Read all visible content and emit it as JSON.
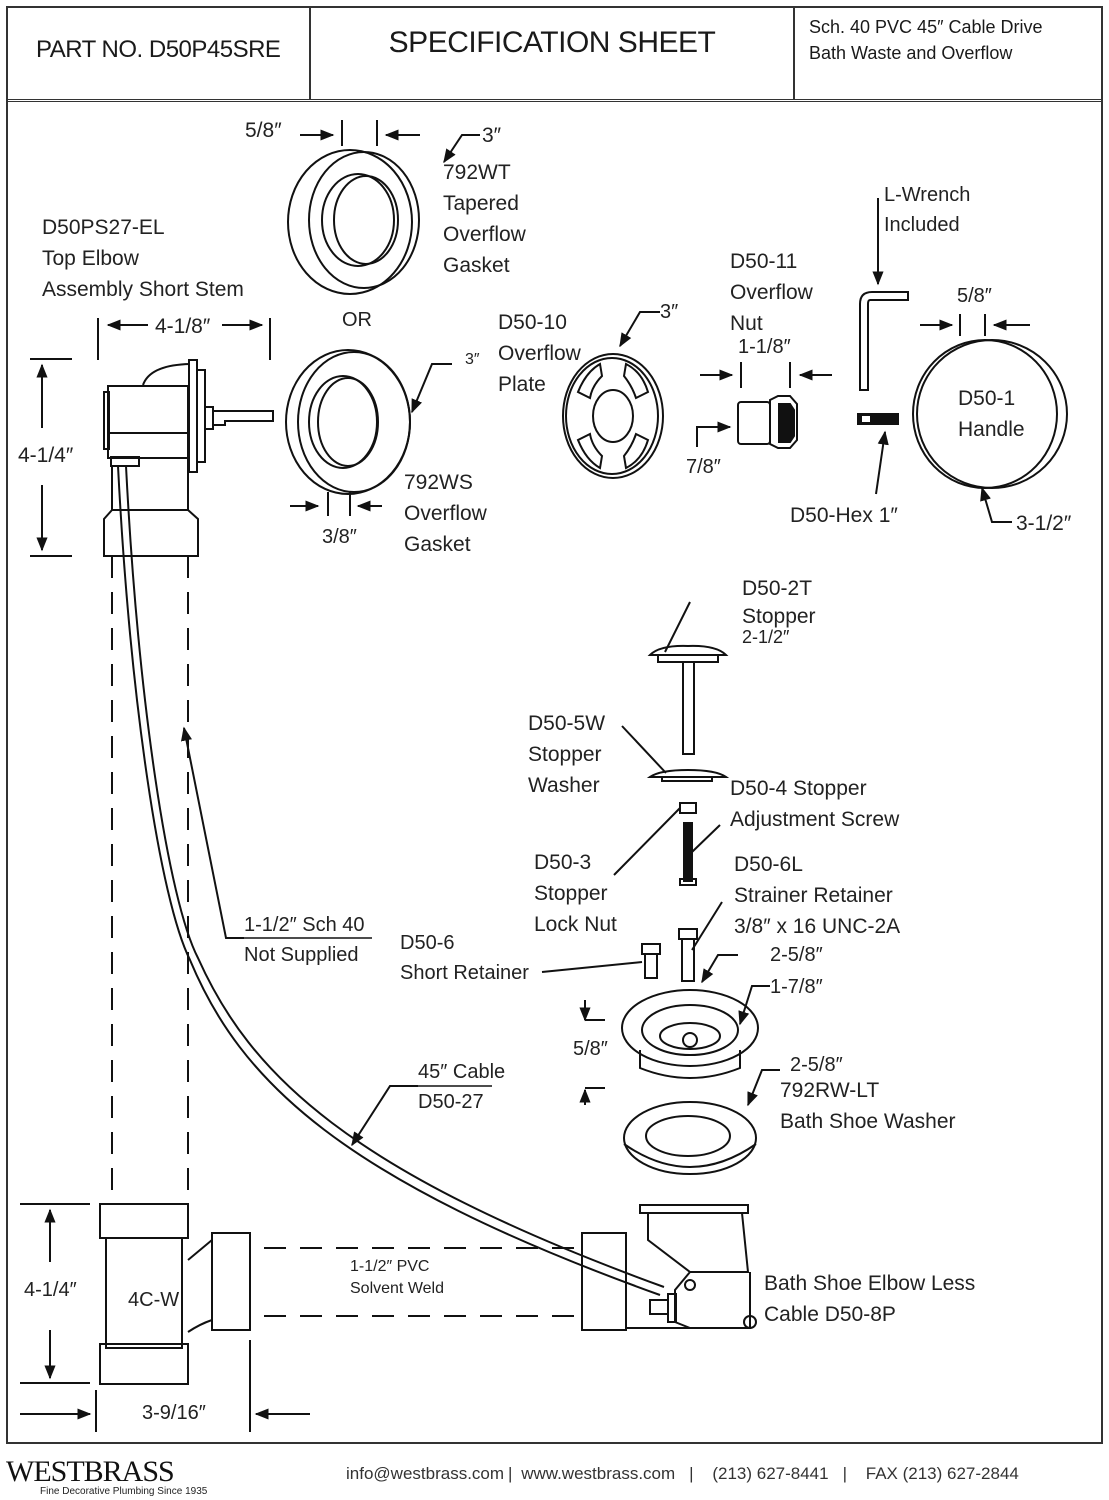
{
  "header": {
    "part_no": "PART NO.   D50P45SRE",
    "title": "SPECIFICATION SHEET",
    "description_line1": "Sch. 40 PVC 45″ Cable Drive",
    "description_line2": "Bath Waste and Overflow"
  },
  "parts": {
    "top_elbow": {
      "code": "D50PS27-EL",
      "line2": "Top Elbow",
      "line3": "Assembly Short Stem",
      "width": "4-1/8″",
      "height": "4-1/4″"
    },
    "gasket_tapered": {
      "code": "792WT",
      "line2": "Tapered",
      "line3": "Overflow",
      "line4": "Gasket",
      "thickness": "5/8″",
      "diameter": "3″"
    },
    "or_label": "OR",
    "gasket_straight": {
      "code": "792WS",
      "line2": "Overflow",
      "line3": "Gasket",
      "thickness": "3/8″",
      "diameter": "3″"
    },
    "overflow_plate": {
      "code": "D50-10",
      "line2": "Overflow",
      "line3": "Plate",
      "diameter": "3″"
    },
    "overflow_nut": {
      "code": "D50-11",
      "line2": "Overflow",
      "line3": "Nut",
      "length": "1-1/8″",
      "diameter": "7/8″"
    },
    "l_wrench": {
      "line1": "L-Wrench",
      "line2": "Included"
    },
    "hex": {
      "label": "D50-Hex 1″"
    },
    "handle": {
      "code": "D50-1",
      "line2": "Handle",
      "thickness": "5/8″",
      "diameter": "3-1/2″"
    },
    "stopper": {
      "code": "D50-2T",
      "line2": "Stopper",
      "size": "2-1/2″"
    },
    "stopper_washer": {
      "code": "D50-5W",
      "line2": "Stopper",
      "line3": "Washer"
    },
    "adjust_screw": {
      "line1": "D50-4 Stopper",
      "line2": "Adjustment Screw"
    },
    "lock_nut": {
      "code": "D50-3",
      "line2": "Stopper",
      "line3": "Lock Nut"
    },
    "strainer_retainer": {
      "code": "D50-6L",
      "line2": "Strainer Retainer",
      "line3": "3/8″ x 16 UNC-2A"
    },
    "short_retainer": {
      "code": "D50-6",
      "line2": "Short Retainer"
    },
    "pipe": {
      "line1": "1-1/2″ Sch 40",
      "line2": "Not Supplied"
    },
    "strainer": {
      "outer": "2-5/8″",
      "inner": "1-7/8″",
      "height": "5/8″"
    },
    "shoe_washer": {
      "diameter": "2-5/8″",
      "code": "792RW-LT",
      "line2": "Bath Shoe Washer"
    },
    "cable": {
      "line1": "45″ Cable",
      "line2": "D50-27"
    },
    "tee": {
      "code": "4C-W",
      "height": "4-1/4″",
      "width": "3-9/16″"
    },
    "pvc": {
      "line1": "1-1/2″ PVC",
      "line2": "Solvent Weld"
    },
    "bath_shoe": {
      "line1": "Bath Shoe Elbow Less",
      "line2": "Cable D50-8P"
    }
  },
  "footer": {
    "brand": "WESTBRASS",
    "tagline": "Fine Decorative Plumbing Since 1935",
    "email": "info@westbrass.com",
    "website": "www.westbrass.com",
    "phone": "(213) 627-8441",
    "fax": "FAX (213) 627-2844"
  }
}
